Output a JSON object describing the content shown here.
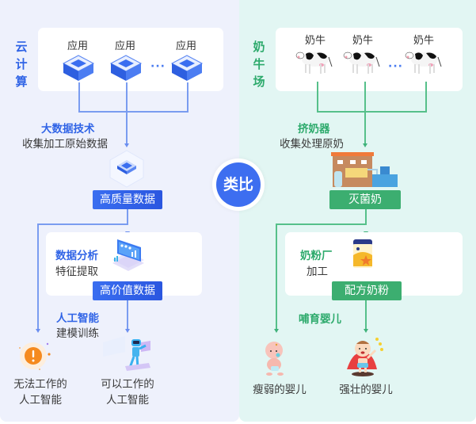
{
  "center_badge": "类比",
  "colors": {
    "blue": "#3064e6",
    "green": "#2daa6c",
    "left_bg": "#eef1fc",
    "right_bg": "#e2f6f3"
  },
  "left": {
    "side_label": [
      "云",
      "计",
      "算"
    ],
    "apps": [
      "应用",
      "应用",
      "应用"
    ],
    "ellipsis": "···",
    "step1": {
      "title": "大数据技术",
      "desc": "收集加工原始数据"
    },
    "tag1": "高质量数据",
    "step2": {
      "title": "数据分析",
      "desc": "特征提取"
    },
    "tag2": "高价值数据",
    "step3": {
      "title": "人工智能",
      "desc": "建模训练"
    },
    "outcome_bad": [
      "无法工作的",
      "人工智能"
    ],
    "outcome_good": [
      "可以工作的",
      "人工智能"
    ]
  },
  "right": {
    "side_label": [
      "奶",
      "牛",
      "场"
    ],
    "cows": [
      "奶牛",
      "奶牛",
      "奶牛"
    ],
    "ellipsis": "···",
    "step1": {
      "title": "挤奶器",
      "desc": "收集处理原奶"
    },
    "tag1": "灭菌奶",
    "step2": {
      "title": "奶粉厂",
      "desc": "加工"
    },
    "tag2": "配方奶粉",
    "step3": {
      "title": "哺育婴儿"
    },
    "outcome_bad": "瘦弱的婴儿",
    "outcome_good": "强壮的婴儿"
  }
}
